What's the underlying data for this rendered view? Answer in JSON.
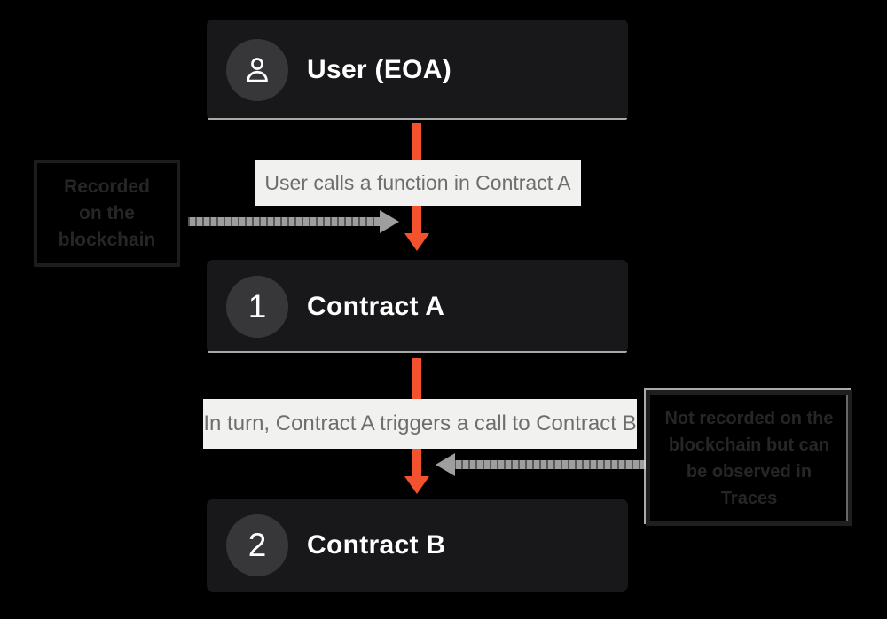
{
  "diagram": {
    "background": "#000000",
    "accent_orange": "#f4512f",
    "arrow_gray": "#9e9e9e",
    "node_fill": "#18181a",
    "badge_fill": "#37373a",
    "label_fill": "#f1f1ef",
    "label_text_color": "#6e6e6e",
    "nodes": [
      {
        "id": "user",
        "badge": "",
        "icon": "user-icon",
        "title": "User (EOA)"
      },
      {
        "id": "contract-a",
        "badge": "1",
        "title": "Contract A"
      },
      {
        "id": "contract-b",
        "badge": "2",
        "title": "Contract B"
      }
    ],
    "labels": [
      {
        "id": "label-1",
        "text": "User calls a function in Contract A"
      },
      {
        "id": "label-2",
        "text": "In turn, Contract A triggers a call to Contract B"
      }
    ],
    "annotations": [
      {
        "id": "recorded",
        "lines": [
          "Recorded",
          "on the",
          "blockchain"
        ]
      },
      {
        "id": "not-recorded",
        "lines": [
          "Not recorded on the",
          "blockchain but can",
          "be observed in",
          "Traces"
        ]
      }
    ]
  }
}
